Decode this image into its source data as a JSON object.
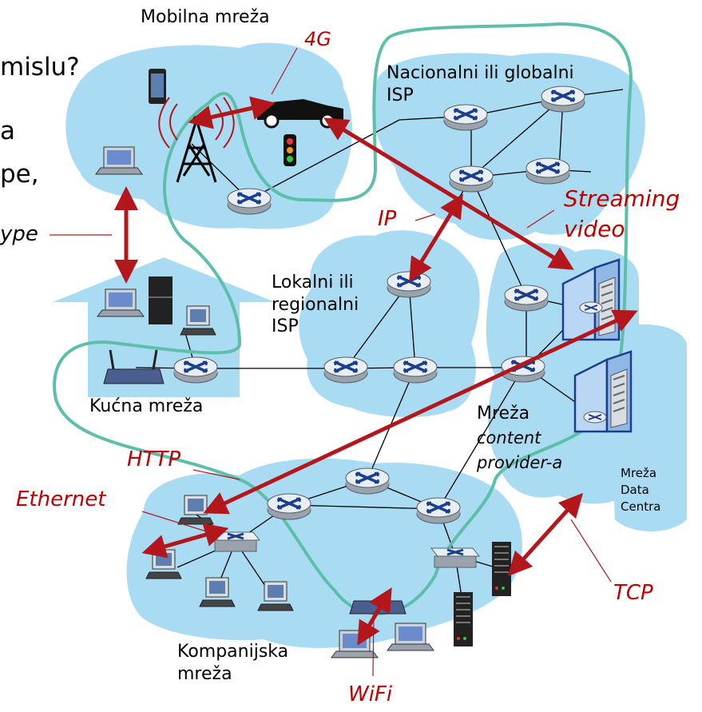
{
  "side_text": {
    "line1": "mislu?",
    "line2": "a",
    "line3": "pe,",
    "line4": "ype"
  },
  "networks": {
    "mobile": "Mobilna mreža",
    "national": "Nacionalni ili globalni",
    "national_isp": "ISP",
    "local_1": "Lokalni ili",
    "local_2": "regionalni",
    "local_3": "ISP",
    "home": "Kućna mreža",
    "content_1": "Mreža",
    "content_2": "content",
    "content_3": "provider-a",
    "datacenter_1": "Mreža",
    "datacenter_2": "Data",
    "datacenter_3": "Centra",
    "enterprise_1": "Kompanijska",
    "enterprise_2": "mreža"
  },
  "protocols": {
    "p4g": "4G",
    "streaming_1": "Streaming",
    "streaming_2": "video",
    "ip": "IP",
    "http": "HTTP",
    "ethernet": "Ethernet",
    "tcp": "TCP",
    "wifi": "WiFi"
  },
  "colors": {
    "cloud": "#a9dcf3",
    "path": "#5dbfaa",
    "arrow": "#b3171c",
    "router_top": "#e9eef2",
    "router_side": "#9aa3ab",
    "router_x": "#1a3f8f"
  }
}
